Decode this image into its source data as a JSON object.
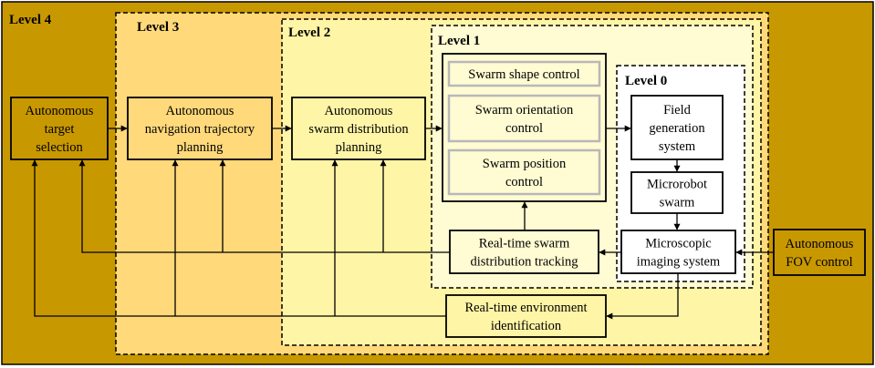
{
  "levels": {
    "level4": "Level 4",
    "level3": "Level 3",
    "level2": "Level 2",
    "level1": "Level 1",
    "level0": "Level 0"
  },
  "boxes": {
    "target_selection": [
      "Autonomous",
      "target",
      "selection"
    ],
    "navigation_planning": [
      "Autonomous",
      "navigation trajectory",
      "planning"
    ],
    "distribution_planning": [
      "Autonomous",
      "swarm distribution",
      "planning"
    ],
    "shape_control": [
      "Swarm shape control"
    ],
    "orientation_control": [
      "Swarm orientation",
      "control"
    ],
    "position_control": [
      "Swarm position",
      "control"
    ],
    "field_generation": [
      "Field",
      "generation",
      "system"
    ],
    "microrobot_swarm": [
      "Microrobot",
      "swarm"
    ],
    "imaging_system": [
      "Microscopic",
      "imaging system"
    ],
    "fov_control": [
      "Autonomous",
      "FOV control"
    ],
    "distribution_tracking": [
      "Real-time swarm",
      "distribution tracking"
    ],
    "environment_identification": [
      "Real-time environment",
      "identification"
    ]
  },
  "colors": {
    "level4_fill": "#C89800",
    "level3_fill": "#FFD97A",
    "level2_fill": "#FFF5A6",
    "level1_fill": "#FFFBD2",
    "level0_fill": "#FFFFFF",
    "box_level4": "#C89800",
    "box_level3": "#FFD97A",
    "box_level2": "#FFF5A6",
    "box_level1": "#FFFBD2",
    "inner_control": "#FFFBD2",
    "inner_control_border": "#B8B8B8",
    "box_white": "#FFFFFF"
  }
}
